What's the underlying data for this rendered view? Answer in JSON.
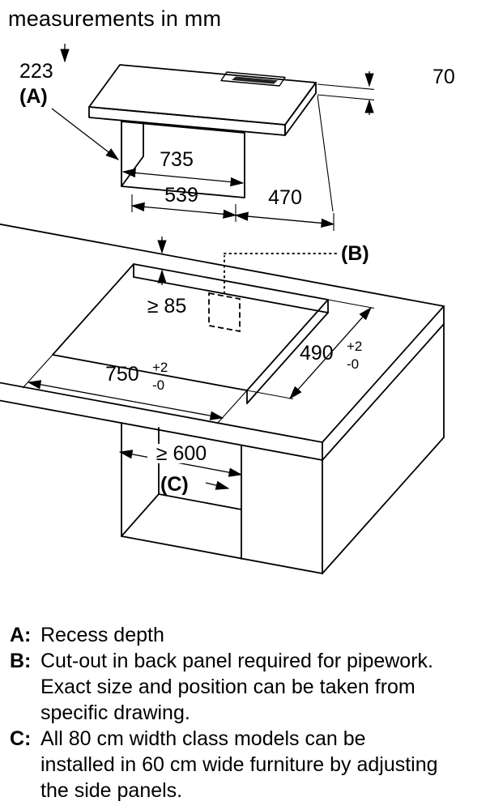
{
  "title": "measurements in mm",
  "hob": {
    "dim_recess": "223",
    "label_a": "(A)",
    "dim_height": "70",
    "dim_735": "735",
    "dim_539": "539",
    "dim_470": "470"
  },
  "cabinet": {
    "label_b": "(B)",
    "dim_back_clearance": "≥ 85",
    "dim_cutout_depth": "490",
    "dim_cutout_depth_tol_plus": "+2",
    "dim_cutout_depth_tol_minus": "-0",
    "dim_cutout_width": "750",
    "dim_cutout_width_tol_plus": "+2",
    "dim_cutout_width_tol_minus": "-0",
    "dim_min_width": "≥ 600",
    "label_c": "(C)"
  },
  "legend": {
    "items": [
      {
        "key": "A:",
        "text": "Recess depth"
      },
      {
        "key": "B:",
        "text": "Cut-out in back panel required for pipework. Exact size and position can be taken from specific drawing."
      },
      {
        "key": "C:",
        "text": "All 80 cm width class models can be installed in 60 cm wide furniture by adjusting the side panels."
      }
    ]
  }
}
